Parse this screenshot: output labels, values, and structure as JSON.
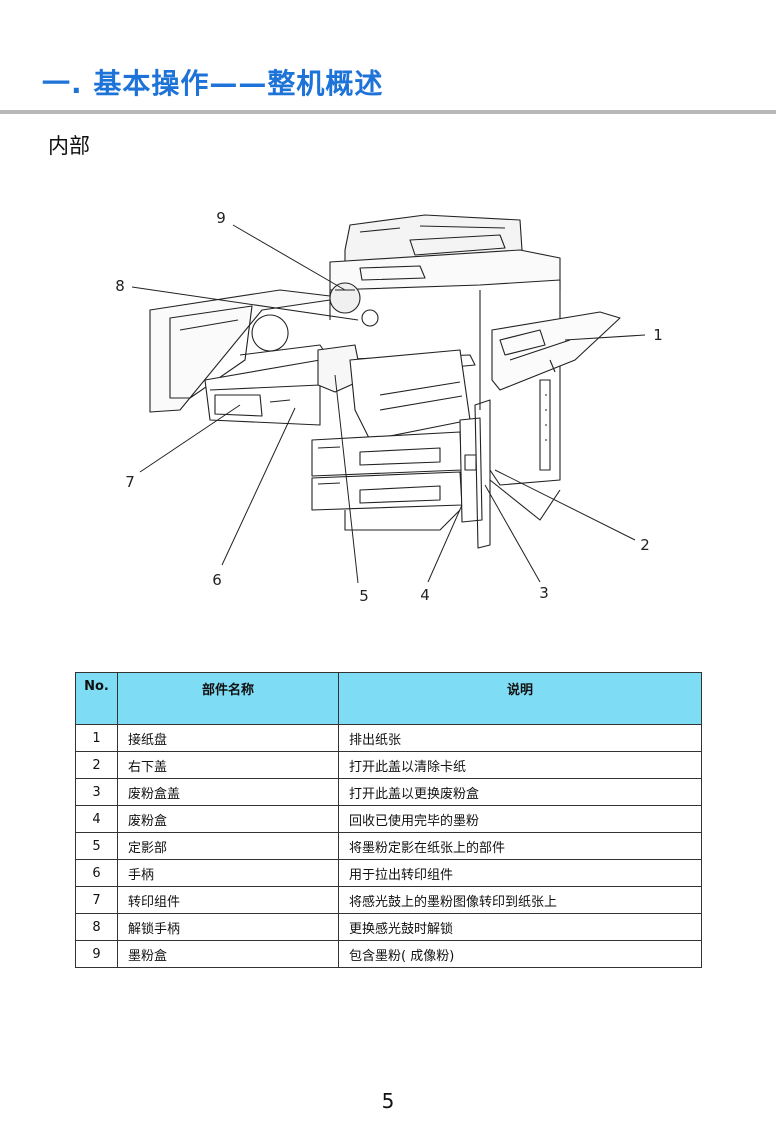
{
  "header": {
    "title": "一. 基本操作——整机概述",
    "section": "内部"
  },
  "figure": {
    "callouts": [
      "1",
      "2",
      "3",
      "4",
      "5",
      "6",
      "7",
      "8",
      "9"
    ]
  },
  "table": {
    "headers": {
      "no": "No.",
      "name": "部件名称",
      "desc": "说明"
    },
    "rows": [
      {
        "no": "1",
        "name": "接纸盘",
        "desc": "排出纸张"
      },
      {
        "no": "2",
        "name": "右下盖",
        "desc": "打开此盖以清除卡纸"
      },
      {
        "no": "3",
        "name": "废粉盒盖",
        "desc": "打开此盖以更换废粉盒"
      },
      {
        "no": "4",
        "name": "废粉盒",
        "desc": "回收已使用完毕的墨粉"
      },
      {
        "no": "5",
        "name": "定影部",
        "desc": "将墨粉定影在纸张上的部件"
      },
      {
        "no": "6",
        "name": "手柄",
        "desc": "用于拉出转印组件"
      },
      {
        "no": "7",
        "name": "转印组件",
        "desc": "将感光鼓上的墨粉图像转印到纸张上"
      },
      {
        "no": "8",
        "name": "解锁手柄",
        "desc": "更换感光鼓时解锁"
      },
      {
        "no": "9",
        "name": "墨粉盒",
        "desc": "包含墨粉( 成像粉)"
      }
    ]
  },
  "footer": {
    "page_number": "5"
  }
}
